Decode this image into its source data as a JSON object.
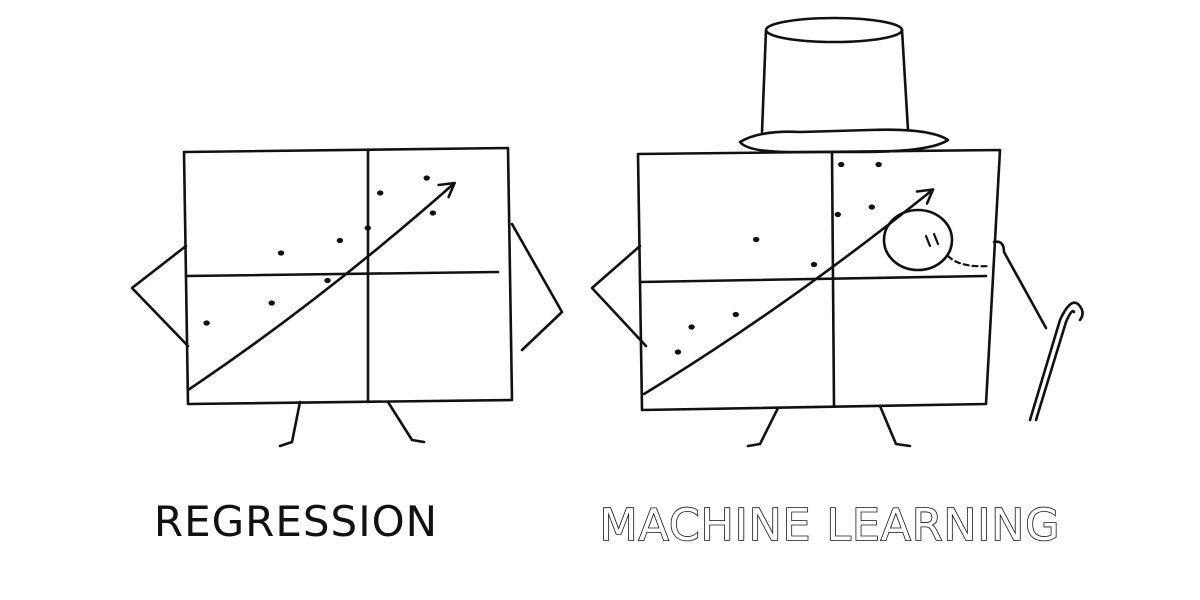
{
  "panels": [
    {
      "id": "regression",
      "caption": "REGRESSION",
      "points": [
        [
          0.06,
          0.3
        ],
        [
          0.27,
          0.38
        ],
        [
          0.3,
          0.58
        ],
        [
          0.45,
          0.47
        ],
        [
          0.49,
          0.63
        ],
        [
          0.58,
          0.68
        ],
        [
          0.62,
          0.82
        ],
        [
          0.79,
          0.74
        ],
        [
          0.77,
          0.88
        ]
      ],
      "trend": [
        [
          0.0,
          0.0
        ],
        [
          0.86,
          0.86
        ]
      ]
    },
    {
      "id": "machine-learning",
      "caption": "MACHINE LEARNING",
      "points": [
        [
          0.1,
          0.2
        ],
        [
          0.14,
          0.3
        ],
        [
          0.27,
          0.35
        ],
        [
          0.5,
          0.55
        ],
        [
          0.33,
          0.65
        ],
        [
          0.57,
          0.75
        ],
        [
          0.58,
          0.95
        ],
        [
          0.69,
          0.95
        ],
        [
          0.67,
          0.78
        ]
      ],
      "trend": [
        [
          0.0,
          0.0
        ],
        [
          0.85,
          0.85
        ]
      ]
    }
  ]
}
